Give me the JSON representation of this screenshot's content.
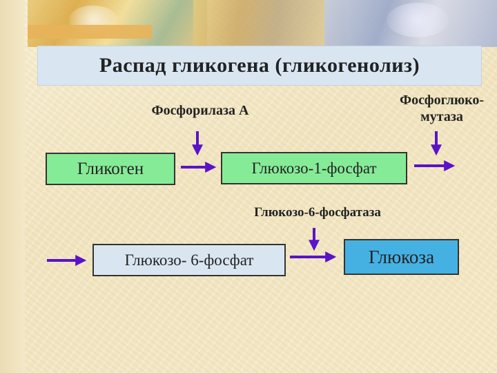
{
  "slide": {
    "title": "Распад гликогена (гликогенолиз)"
  },
  "enzymes": {
    "phosphorylase": "Фосфорилаза А",
    "phosphoglucomutase_line1": "Фосфоглюко-",
    "phosphoglucomutase_line2": "мутаза",
    "phosphatase": "Глюкозо-6-фосфатаза"
  },
  "compounds": {
    "glycogen": "Гликоген",
    "glucose_1_phosphate": "Глюкозо-1-фосфат",
    "glucose_6_phosphate": "Глюкозо- 6-фосфат",
    "glucose": "Глюкоза"
  },
  "colors": {
    "arrow": "#5a13c9",
    "green_box": "#86eb97",
    "blue_box": "#45b1e3",
    "light_box": "#d9e6f2"
  }
}
